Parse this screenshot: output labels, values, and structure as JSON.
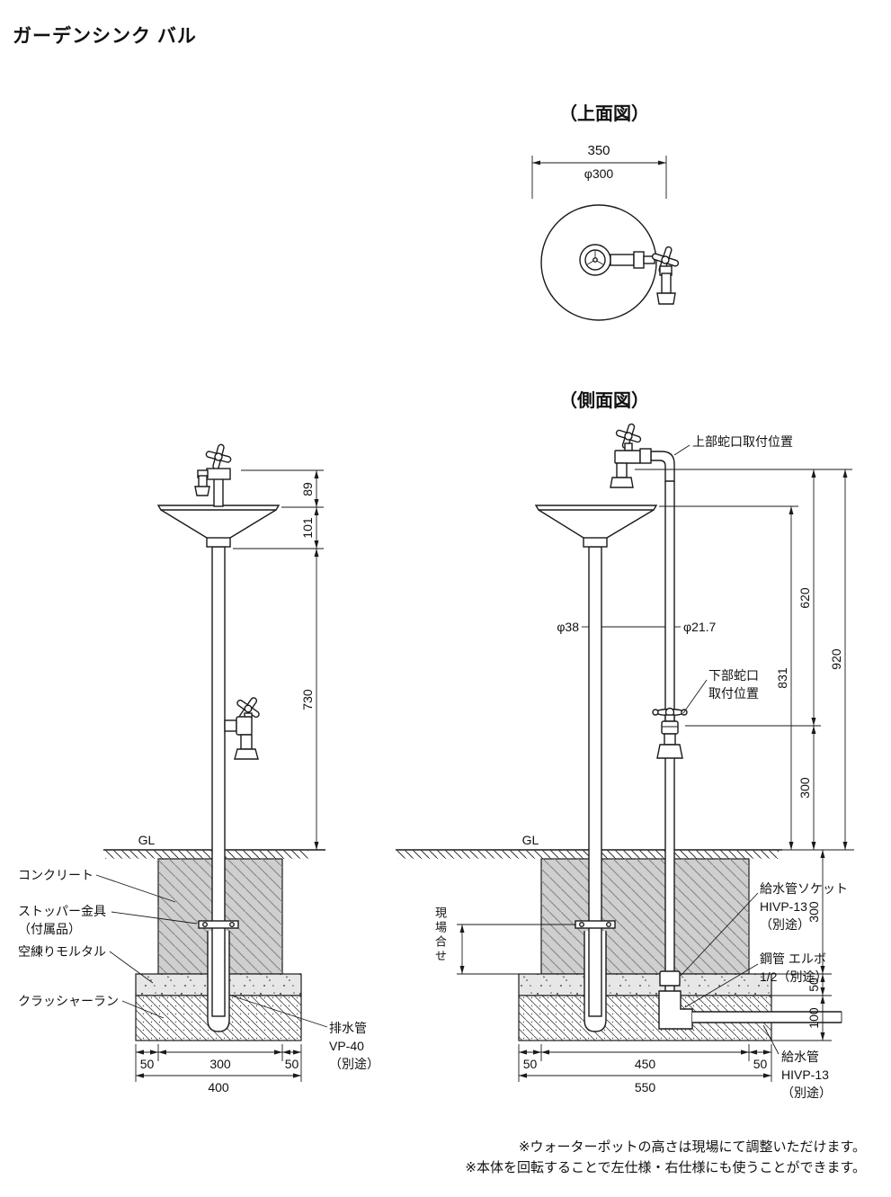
{
  "title": "ガーデンシンク バル",
  "top_view": {
    "label": "（上面図）",
    "dim_width": "350",
    "dim_diameter": "φ300"
  },
  "side_view": {
    "label": "（側面図）"
  },
  "left_view": {
    "gl_label": "GL",
    "dims": {
      "d89": "89",
      "d101": "101",
      "d730": "730",
      "d50_left": "50",
      "d300": "300",
      "d50_right": "50",
      "d400": "400"
    },
    "labels": {
      "concrete": "コンクリート",
      "stopper_line1": "ストッパー金具",
      "stopper_line2": "（付属品）",
      "mortar": "空練りモルタル",
      "crusher": "クラッシャーラン",
      "drain_line1": "排水管",
      "drain_line2": "VP-40",
      "drain_line3": "（別途）"
    }
  },
  "right_view": {
    "gl_label": "GL",
    "labels": {
      "upper_faucet": "上部蛇口取付位置",
      "pole_dia": "φ38",
      "pipe_dia": "φ21.7",
      "lower_faucet_line1": "下部蛇口",
      "lower_faucet_line2": "取付位置",
      "site_fit": "現場合せ",
      "socket_line1": "給水管ソケット",
      "socket_line2": "HIVP-13",
      "socket_line3": "（別途）",
      "elbow_line1": "鋼管 エルボ",
      "elbow_line2": "1/2（別途）",
      "supply_line1": "給水管",
      "supply_line2": "HIVP-13",
      "supply_line3": "（別途）"
    },
    "dims": {
      "d620": "620",
      "d920": "920",
      "d831": "831",
      "d300_upper": "300",
      "d300_depth": "300",
      "d50_mortar": "50",
      "d100": "100",
      "d50_left": "50",
      "d450": "450",
      "d50_right": "50",
      "d550": "550"
    }
  },
  "notes": {
    "note1": "※ウォーターポットの高さは現場にて調整いただけます。",
    "note2": "※本体を回転することで左仕様・右仕様にも使うことができます。"
  }
}
